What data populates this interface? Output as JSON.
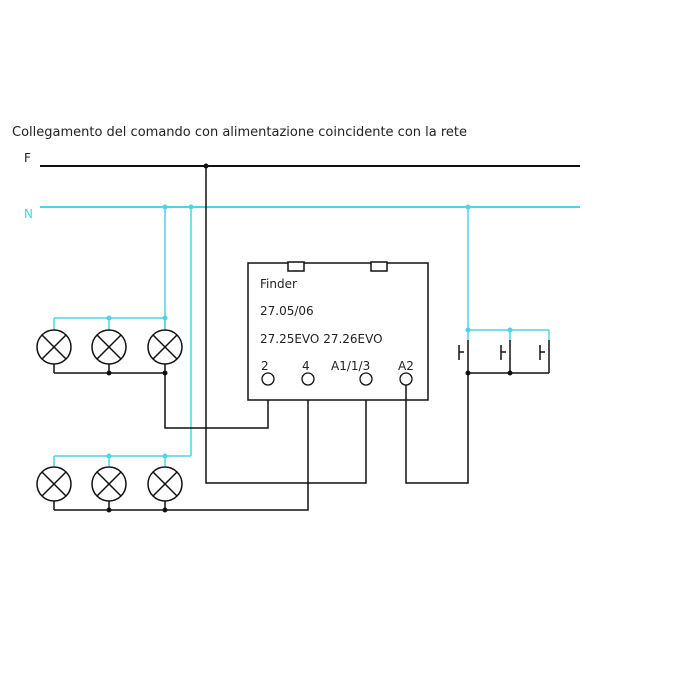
{
  "title": "Collegamento del comando con alimentazione coincidente con la rete",
  "lines": {
    "phase": "F",
    "neutral": "N"
  },
  "relay": {
    "brand": "Finder",
    "model_1": "27.05/06",
    "model_2": "27.25EVO 27.26EVO",
    "terminals": [
      "2",
      "4",
      "A1/1/3",
      "A2"
    ]
  },
  "colors": {
    "phase": "#111111",
    "neutral": "#4fd3e8"
  }
}
